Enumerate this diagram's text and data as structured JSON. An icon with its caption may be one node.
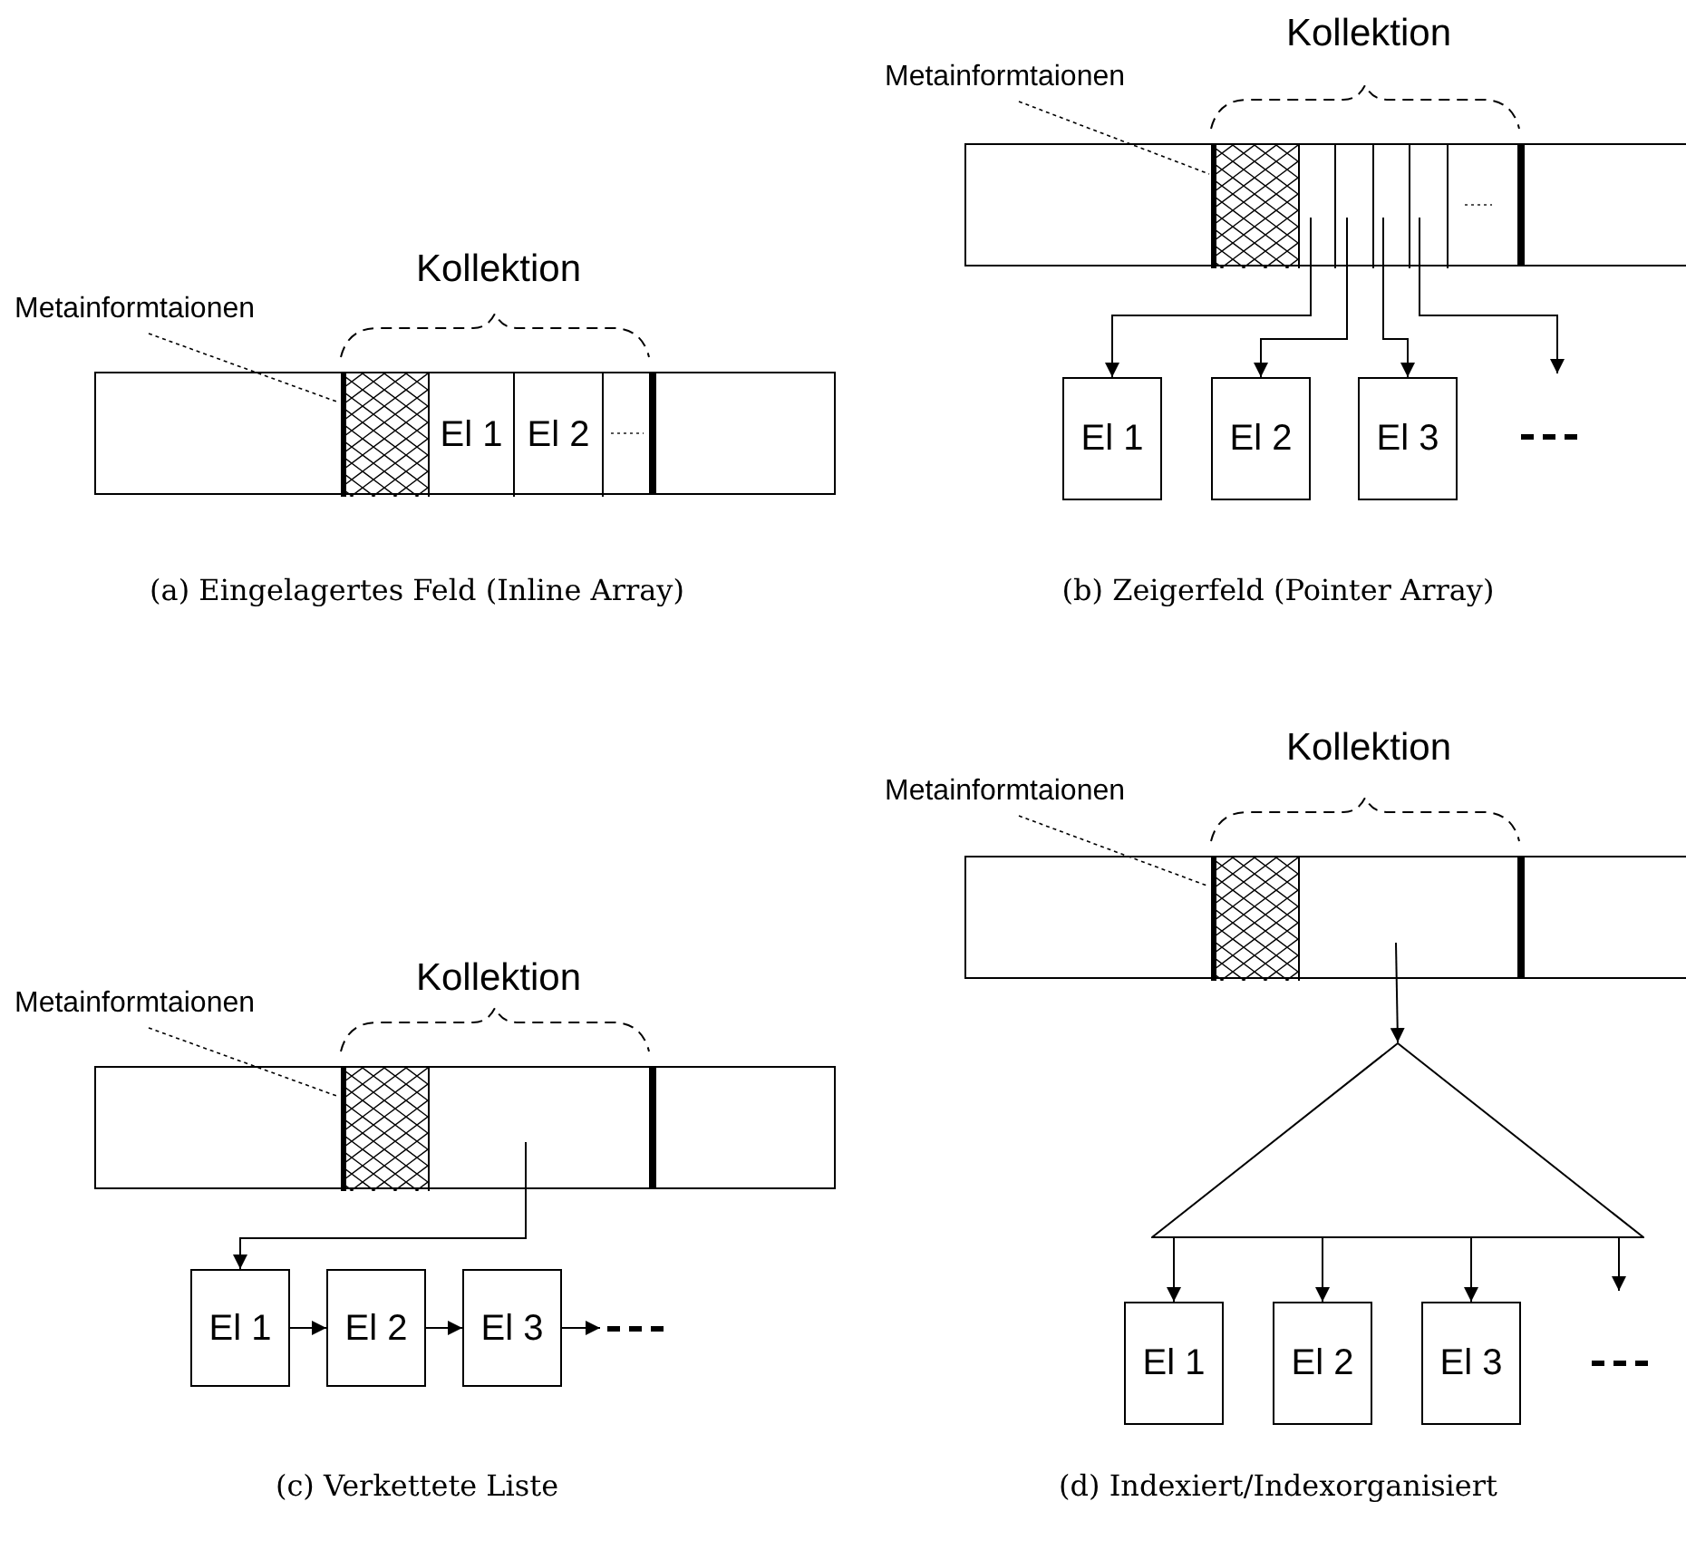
{
  "diagram": {
    "nodes": [
      {
        "text": [],
        "shape": "box"
      },
      {
        "text": [],
        "shape": "box",
        "in": 0
      },
      {
        "text": [
          "El 1"
        ],
        "in": 0
      },
      {
        "text": [
          "El 2"
        ],
        "in": 0
      },
      {
        "text": [
          "Metainformtaionen"
        ]
      },
      {
        "text": [],
        "shape": "box"
      },
      {
        "text": [],
        "shape": "box",
        "in": 5
      },
      {
        "text": [],
        "shape": "box",
        "in": 5
      },
      {
        "text": [],
        "shape": "box",
        "in": 5
      },
      {
        "text": [],
        "shape": "box",
        "in": 5
      },
      {
        "text": [],
        "shape": "box",
        "in": 5
      },
      {
        "text": [
          "El 1"
        ]
      },
      {
        "text": [
          "El 2"
        ]
      },
      {
        "text": [
          "El 3"
        ]
      },
      {
        "text": [
          "Metainformtaionen"
        ]
      },
      {
        "text": [],
        "shape": "box"
      },
      {
        "text": [],
        "shape": "box",
        "in": 15
      },
      {
        "text": [
          "Metainformtaionen"
        ]
      },
      {
        "text": [
          "El 1"
        ]
      },
      {
        "text": [
          "El 2"
        ]
      },
      {
        "text": [
          "El 3"
        ]
      },
      {
        "text": [],
        "shape": "box"
      },
      {
        "text": [],
        "shape": "box",
        "in": 21
      },
      {
        "text": [
          "Metainformtaionen"
        ]
      },
      {
        "text": [],
        "shape": "triangle"
      },
      {
        "text": [
          "El 1"
        ]
      },
      {
        "text": [
          "El 2"
        ]
      },
      {
        "text": [
          "El 3"
        ]
      }
    ],
    "edges": [
      {
        "from": 4,
        "to": 1,
        "arrow": "none",
        "style": "dashed"
      },
      {
        "from": 14,
        "to": 6,
        "arrow": "none",
        "style": "dashed"
      },
      {
        "from": 7,
        "to": 11,
        "arrow": "to"
      },
      {
        "from": 8,
        "to": 12,
        "arrow": "to"
      },
      {
        "from": 9,
        "to": 13,
        "arrow": "to"
      },
      {
        "from": 10,
        "to": null,
        "arrow": "to"
      },
      {
        "from": 17,
        "to": 16,
        "arrow": "none",
        "style": "dashed"
      },
      {
        "from": 15,
        "to": 18,
        "arrow": "to"
      },
      {
        "from": 18,
        "to": 19,
        "arrow": "to"
      },
      {
        "from": 19,
        "to": 20,
        "arrow": "to"
      },
      {
        "from": 20,
        "to": null,
        "arrow": "to"
      },
      {
        "from": 23,
        "to": 22,
        "arrow": "none",
        "style": "dashed"
      },
      {
        "from": 21,
        "to": 24,
        "arrow": "to"
      },
      {
        "from": 24,
        "to": 25,
        "arrow": "to"
      },
      {
        "from": 24,
        "to": 26,
        "arrow": "to"
      },
      {
        "from": 24,
        "to": 27,
        "arrow": "to"
      },
      {
        "from": 24,
        "to": null,
        "arrow": "to"
      }
    ],
    "labels": [
      "Kollektion",
      "Kollektion",
      "(a) Eingelagertes Feld (Inline Array)",
      "(b) Zeigerfeld (Pointer Array)",
      "Kollektion",
      "Kollektion",
      "(c) Verkettete Liste",
      "(d) Indexiert/Indexorganisiert"
    ]
  }
}
